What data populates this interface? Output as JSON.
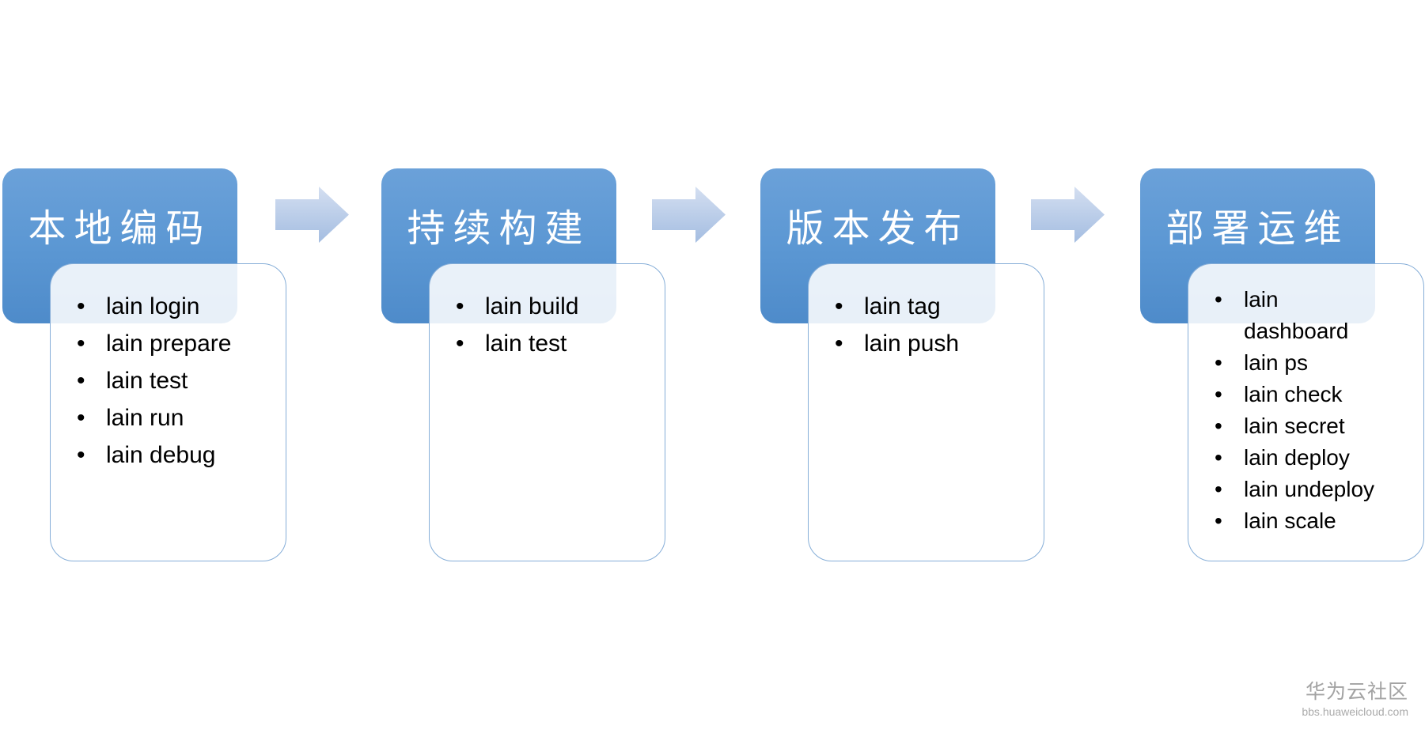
{
  "diagram": {
    "bullet_glyph": "•",
    "stages": [
      {
        "title": "本地编码",
        "items": [
          "lain login",
          "lain prepare",
          "lain test",
          "lain run",
          "lain debug"
        ]
      },
      {
        "title": "持续构建",
        "items": [
          "lain build",
          "lain test"
        ]
      },
      {
        "title": "版本发布",
        "items": [
          "lain tag",
          "lain push"
        ]
      },
      {
        "title": "部署运维",
        "items": [
          "lain\ndashboard",
          "lain ps",
          "lain check",
          "lain secret",
          "lain deploy",
          "lain undeploy",
          "lain scale"
        ]
      }
    ]
  },
  "watermark": {
    "title": "华为云社区",
    "subtitle": "bbs.huaweicloud.com"
  },
  "colors": {
    "header_top": "#6ba1d9",
    "header_mid": "#5b97d3",
    "header_bottom": "#4e8bca",
    "header_text": "#ffffff",
    "body_border": "#86aed8",
    "arrow_top": "#d4dff1",
    "arrow_bottom": "#a4bde1",
    "text": "#000000",
    "watermark_text": "#a3a3a3",
    "watermark_sub": "#ababab"
  }
}
